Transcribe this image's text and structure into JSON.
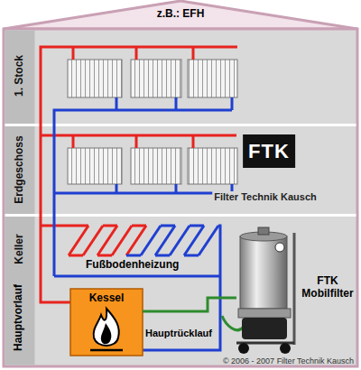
{
  "diagram": {
    "nodes": [
      {
        "text": [
          "z.B.: EFH"
        ]
      },
      {
        "text": [
          "1. Stock"
        ]
      },
      {
        "text": [
          "Erdgeschoss"
        ]
      },
      {
        "text": [
          "FTK",
          "Filter Technik Kausch"
        ],
        "in": 2
      },
      {
        "text": [
          "Keller"
        ]
      },
      {
        "text": [
          "Kessel"
        ],
        "in": 4
      },
      {
        "text": [
          "FTK Mobilfilter"
        ],
        "in": 4
      }
    ],
    "edges": [
      {
        "from": 6,
        "to": 5,
        "arrow": "none"
      }
    ],
    "labels": [
      "Hauptvorlauf",
      "Fußbodenheizung",
      "Hauptrücklauf",
      "© 2006 - 2007 Filter Technik Kausch"
    ]
  }
}
